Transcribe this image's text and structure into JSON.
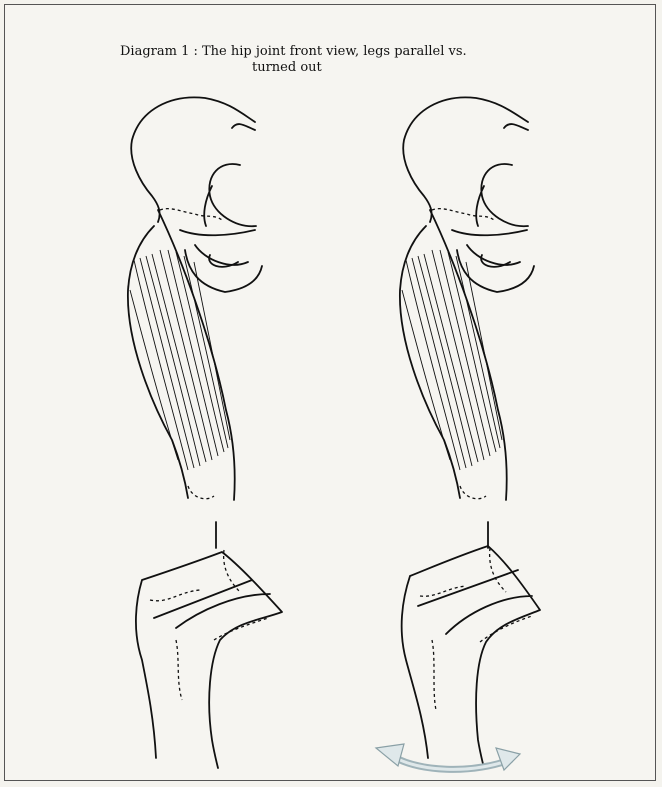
{
  "caption": {
    "title_line1": "Diagram 1 : The hip joint front view, legs parallel vs.",
    "title_line2": "turned out"
  },
  "figures": [
    {
      "state": "parallel"
    },
    {
      "state": "turned out"
    }
  ],
  "colors": {
    "ink": "#111111",
    "paper": "#f6f5f1",
    "rotation_arrow": "#b9c9ce"
  },
  "icons": {
    "rotation": "curved-double-arrow-icon"
  }
}
